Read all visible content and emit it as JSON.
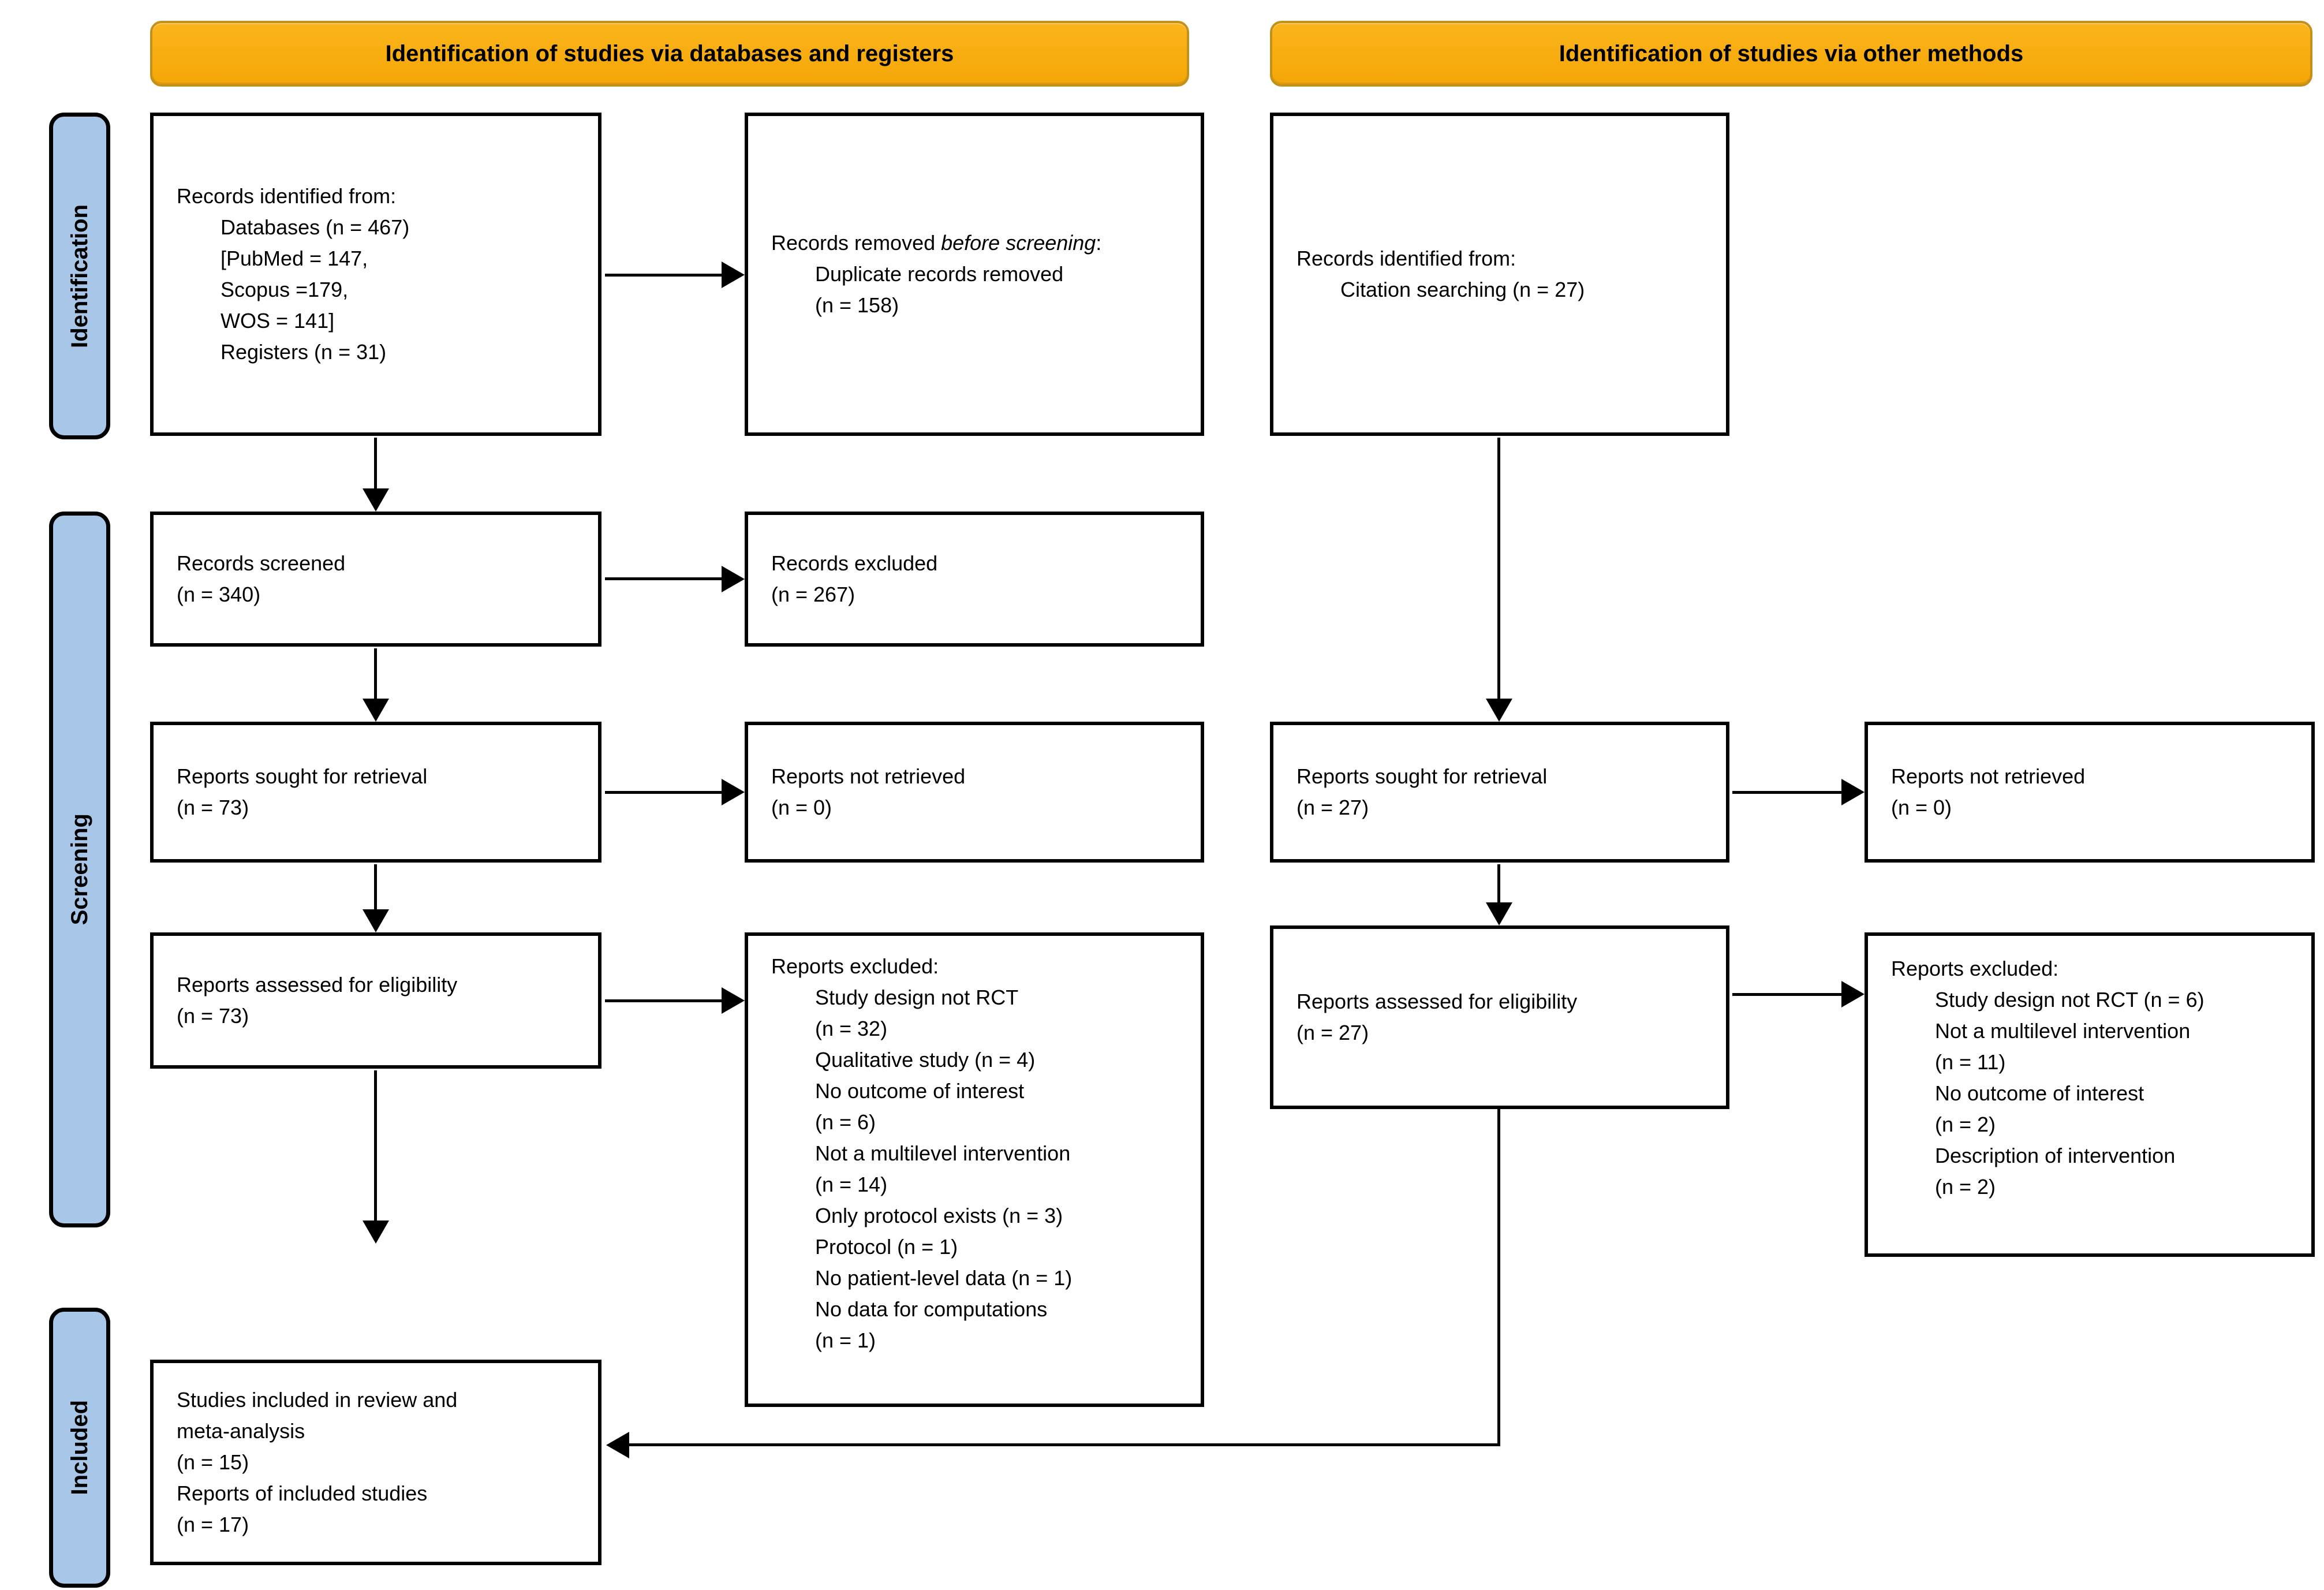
{
  "headers": {
    "left": "Identification of studies via databases and registers",
    "right": "Identification of studies via other methods"
  },
  "sidebar": {
    "identification": "Identification",
    "screening": "Screening",
    "included": "Included"
  },
  "boxes": {
    "records_identified": {
      "title": "Records identified from:",
      "items": [
        "Databases (n = 467)",
        "[PubMed = 147,",
        "Scopus =179,",
        "WOS = 141]",
        "Registers (n = 31)"
      ]
    },
    "records_removed": {
      "prefix": "Records removed ",
      "italic": "before screening",
      "suffix": ":",
      "items": [
        "Duplicate records removed\n(n = 158)"
      ]
    },
    "other_records_identified": {
      "title": "Records identified from:",
      "items": [
        "Citation searching (n = 27)"
      ]
    },
    "records_screened": {
      "text": "Records screened\n(n = 340)"
    },
    "records_excluded": {
      "text": "Records excluded\n(n = 267)"
    },
    "reports_sought_db": {
      "text": "Reports sought for retrieval\n(n = 73)"
    },
    "reports_not_retrieved_db": {
      "text": "Reports not retrieved\n(n = 0)"
    },
    "reports_sought_other": {
      "text": "Reports sought for retrieval\n(n = 27)"
    },
    "reports_not_retrieved_other": {
      "text": "Reports not retrieved\n(n = 0)"
    },
    "reports_assessed_db": {
      "text": "Reports assessed for eligibility\n(n = 73)"
    },
    "reports_excluded_db": {
      "title": "Reports excluded:",
      "items": [
        "Study design not RCT\n(n = 32)",
        "Qualitative study (n = 4)",
        "No outcome of interest\n(n = 6)",
        "Not a multilevel intervention\n(n = 14)",
        "Only protocol exists (n = 3)",
        "Protocol (n = 1)",
        "No patient-level data (n = 1)",
        "No data for computations\n(n = 1)"
      ]
    },
    "reports_assessed_other": {
      "text": "Reports assessed for eligibility\n(n = 27)"
    },
    "reports_excluded_other": {
      "title": "Reports excluded:",
      "items": [
        "Study design not RCT (n = 6)",
        "Not a multilevel intervention\n(n = 11)",
        "No outcome of interest\n(n = 2)",
        "Description of intervention\n(n = 2)"
      ]
    },
    "included": {
      "text": "Studies included in review and\nmeta-analysis\n(n = 15)\nReports of included studies\n(n = 17)"
    }
  },
  "colors": {
    "header_fill": "#F5A90E",
    "header_border": "#C3901B",
    "sidebar_fill": "#A8C6E7",
    "box_border": "#000000",
    "text": "#000000",
    "background": "#FFFFFF"
  }
}
